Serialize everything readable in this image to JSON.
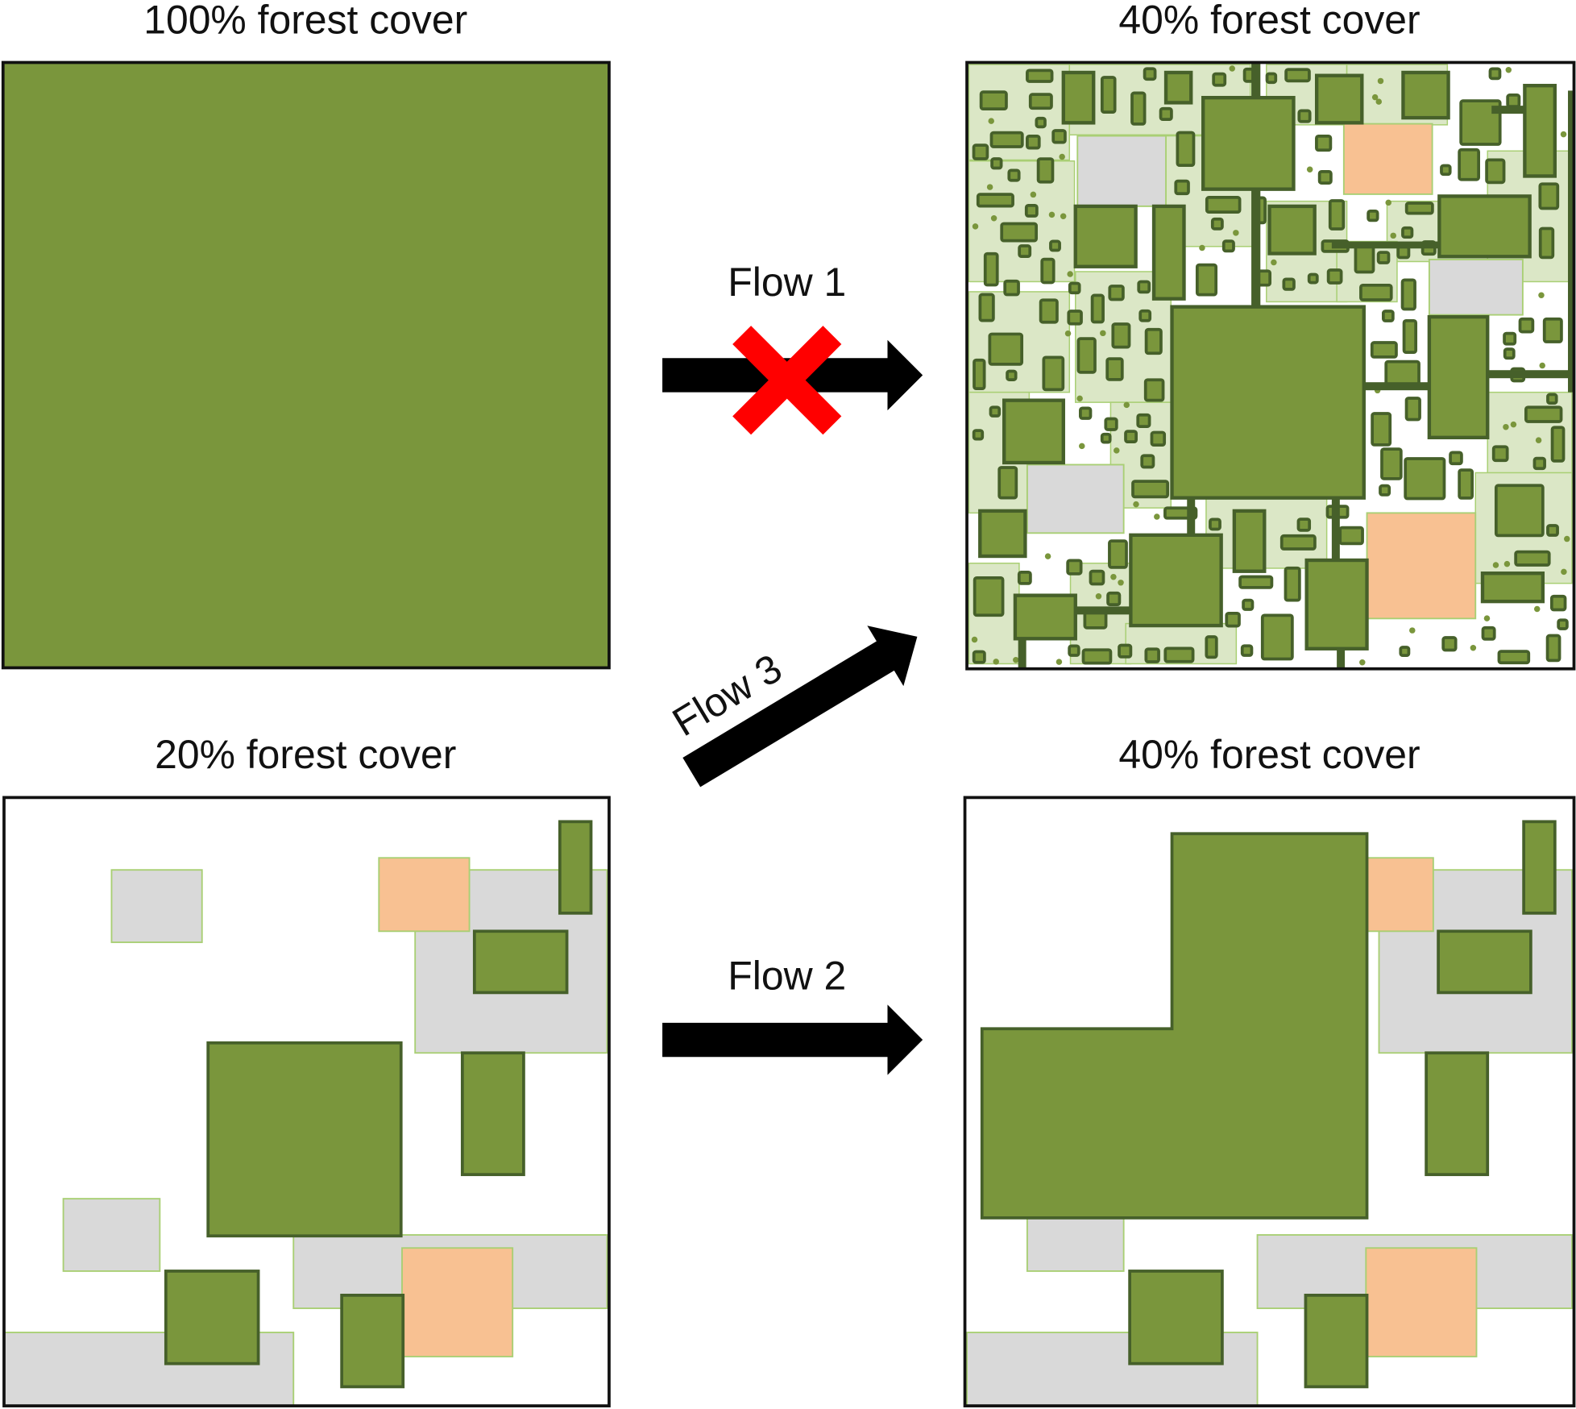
{
  "panels": {
    "top_left": {
      "title": "100% forest cover"
    },
    "top_right": {
      "title": "40% forest cover"
    },
    "bottom_left": {
      "title": "20% forest cover"
    },
    "bottom_right": {
      "title": "40% forest cover"
    }
  },
  "flows": [
    {
      "label": "Flow 1",
      "blocked": true
    },
    {
      "label": "Flow 2",
      "blocked": false
    },
    {
      "label": "Flow 3",
      "blocked": false
    }
  ],
  "colors": {
    "forest": "#7a963c",
    "forest_edge": "#46602a",
    "light_forest": "#dbe7c6",
    "gray_land": "#d9d9d9",
    "orange_land": "#f8c192",
    "blocked_mark": "#ff0000"
  }
}
